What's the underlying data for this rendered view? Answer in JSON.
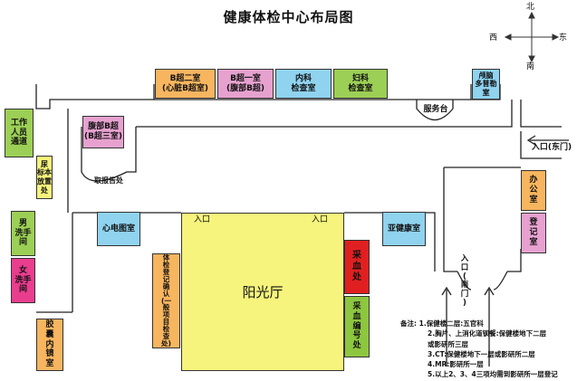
{
  "title": "健康体检中心布局图",
  "compass": {
    "north": "北",
    "south": "南",
    "west": "西",
    "east": "东"
  },
  "rooms": {
    "b_room2": "B超二室\n(心脏B超室)",
    "b_room1": "B超一室\n(腹部B超)",
    "internal": "内科\n检查室",
    "gyn": "妇科\n检查室",
    "tcd": "颅脑\n多普勒室",
    "abd_b3": "腹部B超\n(B超三室)",
    "staff": "工作\n人员\n通道",
    "urine": "尿\n标本\n放置\n处",
    "men_wc": "男\n洗手\n间",
    "women_wc": "女\n洗手\n间",
    "capsule": "胶\n囊\n内\n镜\n室",
    "ecg": "心电图室",
    "subhealth": "亚健康室",
    "register": "体\n检\n登\n记\n确\n认\n(一\n般\n项\n目\n检\n查\n处)",
    "blood": "采\n血\n处",
    "blood_num": "采\n血\n编\n号\n处",
    "office": "办\n公\n室",
    "reg_room": "登\n记\n室",
    "sunhall": "阳光厅"
  },
  "labels": {
    "service_desk": "服务台",
    "report_pickup": "取报告处",
    "entrance_east": "入口(东门)",
    "entrance_south": "入\n口\n(\n南\n门\n)",
    "entrance_a": "入口",
    "entrance_b": "入口"
  },
  "notes": {
    "heading": "备注:",
    "items": [
      "1.保健楼二层:五官科",
      "2.胸片、上消化道钡餐:保健楼地下二层",
      "或影研所三层",
      "3.CT:保健楼地下一层或影研所二层",
      "4.MR:影研所一层",
      "5.以上2、3、4三项均需到影研所一层登记"
    ]
  },
  "colors": {
    "orange": "#f7b55f",
    "pink": "#e6a1cf",
    "lightblue": "#8fd3ef",
    "green": "#9ccf55",
    "yellow": "#f6f47c",
    "magenta": "#e93d8e",
    "red": "#e02020",
    "grass": "#8dc63f"
  }
}
